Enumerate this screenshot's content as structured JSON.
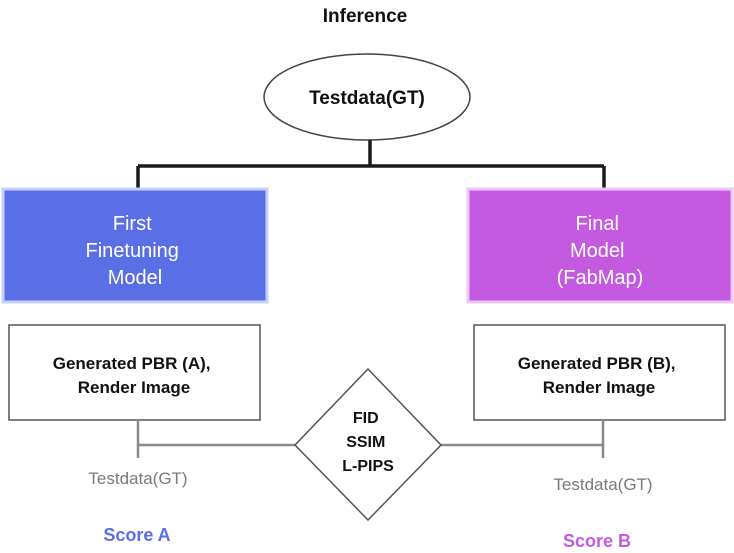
{
  "title": "Inference",
  "root": {
    "label": "Testdata(GT)"
  },
  "left_model": {
    "lines": [
      "First",
      "Finetuning",
      "Model"
    ],
    "fill": "#5a6fe6",
    "stroke": "#c9d0f6"
  },
  "right_model": {
    "lines": [
      "Final",
      "Model",
      "(FabMap)"
    ],
    "fill": "#c45ae0",
    "stroke": "#ecc7f4"
  },
  "left_output": {
    "lines": [
      "Generated PBR (A),",
      "Render Image"
    ]
  },
  "right_output": {
    "lines": [
      "Generated PBR (B),",
      "Render Image"
    ]
  },
  "metrics": {
    "lines": [
      "FID",
      "SSIM",
      "L-PIPS"
    ]
  },
  "left_gt": {
    "label": "Testdata(GT)"
  },
  "right_gt": {
    "label": "Testdata(GT)"
  },
  "score_a": {
    "label": "Score A",
    "color": "#5a6fe6"
  },
  "score_b": {
    "label": "Score B",
    "color": "#c45ae0"
  },
  "colors": {
    "line_dark": "#1a1a1a",
    "line_gray": "#8a8a8a",
    "text_dark": "#111111",
    "text_gray": "#7a7a7a",
    "box_border": "#555555"
  }
}
